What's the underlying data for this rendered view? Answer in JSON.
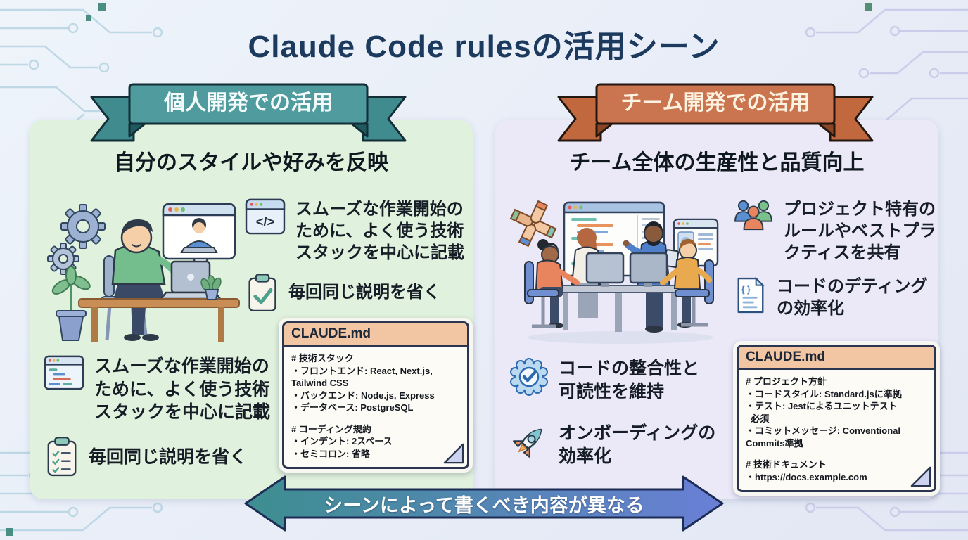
{
  "title": "Claude Code rulesの活用シーン",
  "left": {
    "ribbon": "個人開発での活用",
    "heading": "自分のスタイルや好みを反映",
    "bullets_top": [
      {
        "icon": "code-window-icon",
        "text": "スムーズな作業開始の\nために、よく使う技術\nスタックを中心に記載"
      },
      {
        "icon": "clipboard-check-icon",
        "text": "毎回同じ説明を省く"
      }
    ],
    "bullets_bottom": [
      {
        "icon": "code-editor-icon",
        "text": "スムーズな作業開始の\nために、よく使う技術\nスタックを中心に記載"
      },
      {
        "icon": "checklist-icon",
        "text": "毎回同じ説明を省く"
      }
    ],
    "card": {
      "filename": "CLAUDE.md",
      "sections": [
        {
          "heading": "# 技術スタック",
          "items": [
            "・フロントエンド: React, Next.js,\nTailwind CSS",
            "・バックエンド: Node.js, Express",
            "・データベース: PostgreSQL"
          ]
        },
        {
          "heading": "# コーディング規約",
          "items": [
            "・インデント: 2スペース",
            "・セミコロン: 省略"
          ]
        }
      ]
    }
  },
  "right": {
    "ribbon": "チーム開発での活用",
    "heading": "チーム全体の生産性と品質向上",
    "bullets_top": [
      {
        "icon": "team-icon",
        "text": "プロジェクト特有の\nルールやベストプラ\nクティスを共有"
      },
      {
        "icon": "code-document-icon",
        "text": "コードのデティング\nの効率化"
      }
    ],
    "bullets_bottom": [
      {
        "icon": "badge-check-icon",
        "text": "コードの整合性と\n可読性を維持"
      },
      {
        "icon": "rocket-icon",
        "text": "オンボーディングの\n効率化"
      }
    ],
    "card": {
      "filename": "CLAUDE.md",
      "sections": [
        {
          "heading": "# プロジェクト方針",
          "items": [
            "・コードスタイル: Standard.jsに準拠",
            "・テスト: Jestによるユニットテスト\n  必須",
            "・コミットメッセージ: Conventional\nCommits準拠"
          ]
        },
        {
          "heading": "# 技術ドキュメント",
          "items": [
            "・https://docs.example.com"
          ]
        }
      ]
    }
  },
  "bottom_arrow": {
    "label": "シーンによって書くべき内容が異なる"
  },
  "icons": {
    "code_window_glyph": "</>",
    "braces_glyph": "{ }"
  },
  "colors": {
    "title": "#1b3a5e",
    "left_panel_bg": "#e0f1dd",
    "right_panel_bg": "#ebe9f8",
    "teal_ribbon": "#4f9b9d",
    "orange_ribbon": "#cb7450",
    "card_header_bg": "#f2c6a2",
    "arrow_gradient_start": "#3d8e90",
    "arrow_gradient_end": "#6a7fd6"
  }
}
